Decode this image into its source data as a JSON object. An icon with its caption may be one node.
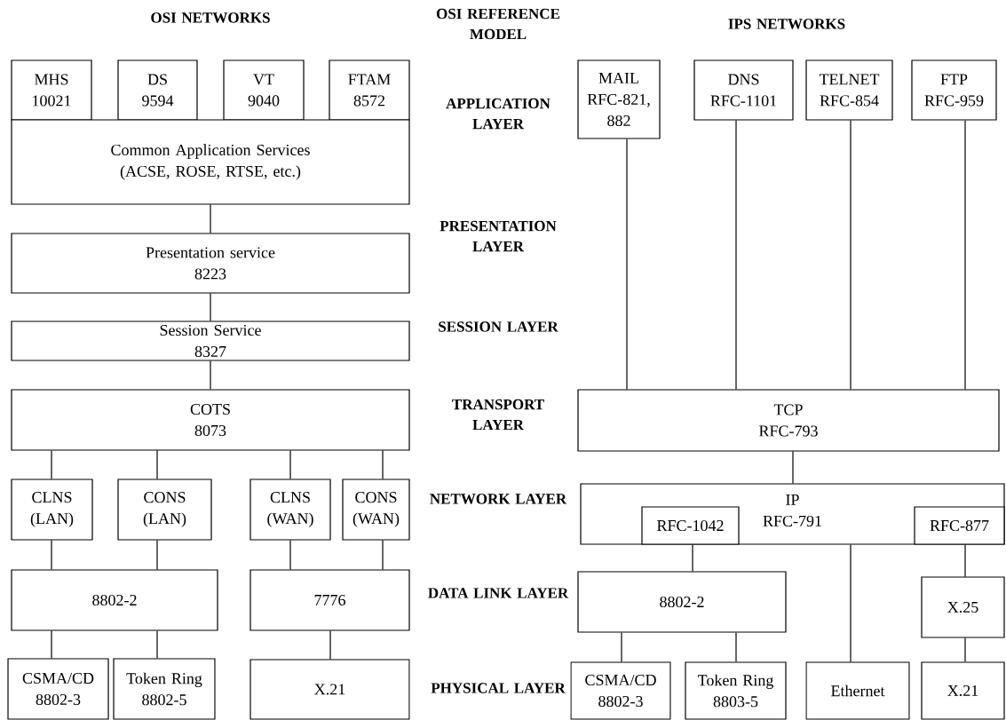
{
  "diagram": {
    "nodes": [
      {
        "text": [
          "MHS",
          "10021"
        ]
      },
      {
        "text": [
          "DS",
          "9594"
        ]
      },
      {
        "text": [
          "VT",
          "9040"
        ]
      },
      {
        "text": [
          "FTAM",
          "8572"
        ]
      },
      {
        "text": [
          "Common Application Services",
          "(ACSE, ROSE, RTSE, etc.)"
        ]
      },
      {
        "text": [
          "Presentation service",
          "8223"
        ]
      },
      {
        "text": [
          "Session Service",
          "8327"
        ]
      },
      {
        "text": [
          "COTS",
          "8073"
        ]
      },
      {
        "text": [
          "CLNS",
          "(LAN)"
        ]
      },
      {
        "text": [
          "CONS",
          "(LAN)"
        ]
      },
      {
        "text": [
          "CLNS",
          "(WAN)"
        ]
      },
      {
        "text": [
          "CONS",
          "(WAN)"
        ]
      },
      {
        "text": [
          "8802-2"
        ]
      },
      {
        "text": [
          "7776"
        ]
      },
      {
        "text": [
          "CSMA/CD",
          "8802-3"
        ]
      },
      {
        "text": [
          "Token Ring",
          "8802-5"
        ]
      },
      {
        "text": [
          "X.21"
        ]
      },
      {
        "text": [
          "MAIL",
          "RFC-821, 882"
        ]
      },
      {
        "text": [
          "DNS",
          "RFC-1101"
        ]
      },
      {
        "text": [
          "TELNET",
          "RFC-854"
        ]
      },
      {
        "text": [
          "FTP",
          "RFC-959"
        ]
      },
      {
        "text": [
          "TCP",
          "RFC-793"
        ]
      },
      {
        "text": [
          "IP",
          "RFC-791"
        ]
      },
      {
        "text": [
          "RFC-1042"
        ],
        "in": 22
      },
      {
        "text": [
          "RFC-877"
        ],
        "in": 22
      },
      {
        "text": [
          "8802-2"
        ]
      },
      {
        "text": [
          "X.25"
        ]
      },
      {
        "text": [
          "CSMA/CD",
          "8802-3"
        ]
      },
      {
        "text": [
          "Token Ring",
          "8803-5"
        ]
      },
      {
        "text": [
          "Ethernet"
        ]
      },
      {
        "text": [
          "X.21"
        ]
      }
    ],
    "edges": [
      {
        "from": 4,
        "to": 5,
        "arrow": "none"
      },
      {
        "from": 5,
        "to": 6,
        "arrow": "none"
      },
      {
        "from": 6,
        "to": 7,
        "arrow": "none"
      },
      {
        "from": 7,
        "to": 8,
        "arrow": "none"
      },
      {
        "from": 7,
        "to": 9,
        "arrow": "none"
      },
      {
        "from": 7,
        "to": 10,
        "arrow": "none"
      },
      {
        "from": 7,
        "to": 11,
        "arrow": "none"
      },
      {
        "from": 8,
        "to": 12,
        "arrow": "none"
      },
      {
        "from": 9,
        "to": 12,
        "arrow": "none"
      },
      {
        "from": 10,
        "to": 13,
        "arrow": "none"
      },
      {
        "from": 11,
        "to": 13,
        "arrow": "none"
      },
      {
        "from": 12,
        "to": 14,
        "arrow": "none"
      },
      {
        "from": 12,
        "to": 15,
        "arrow": "none"
      },
      {
        "from": 13,
        "to": 16,
        "arrow": "none"
      },
      {
        "from": 17,
        "to": 21,
        "arrow": "none"
      },
      {
        "from": 18,
        "to": 21,
        "arrow": "none"
      },
      {
        "from": 19,
        "to": 21,
        "arrow": "none"
      },
      {
        "from": 20,
        "to": 21,
        "arrow": "none"
      },
      {
        "from": 21,
        "to": 22,
        "arrow": "none"
      },
      {
        "from": 23,
        "to": 25,
        "arrow": "none"
      },
      {
        "from": 22,
        "to": 29,
        "arrow": "none"
      },
      {
        "from": 24,
        "to": 26,
        "arrow": "none"
      },
      {
        "from": 26,
        "to": 30,
        "arrow": "none"
      },
      {
        "from": 25,
        "to": 27,
        "arrow": "none"
      },
      {
        "from": 25,
        "to": 28,
        "arrow": "none"
      }
    ],
    "labels": [
      "OSI NETWORKS",
      "OSI REFERENCE MODEL",
      "IPS NETWORKS",
      "APPLICATION LAYER",
      "PRESENTATION LAYER",
      "SESSION LAYER",
      "TRANSPORT LAYER",
      "NETWORK LAYER",
      "DATA LINK LAYER",
      "PHYSICAL LAYER"
    ]
  }
}
